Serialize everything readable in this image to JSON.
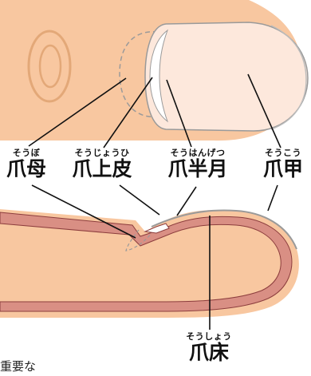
{
  "labels": {
    "nail_matrix": {
      "ruby": "そうぼ",
      "kanji": "爪母"
    },
    "eponychium": {
      "ruby": "そうじょうひ",
      "kanji": "爪上皮"
    },
    "lunula": {
      "ruby": "そうはんげつ",
      "kanji": "爪半月"
    },
    "nail_plate": {
      "ruby": "そうこう",
      "kanji": "爪甲"
    },
    "nail_bed": {
      "ruby": "そうしょう",
      "kanji": "爪床"
    }
  },
  "edge_text": {
    "bottom_left": "重要な"
  },
  "colors": {
    "skin": "#f8c7a0",
    "skin_outline": "#f8c7a0",
    "fingerprint": "#e3a878",
    "nail_plate": "#fde8dc",
    "nail_outline": "#9a9a9a",
    "nail_bed_layer": "#d98f84",
    "nail_bed_outline": "#8c3d3d",
    "leader_line": "#111111"
  }
}
